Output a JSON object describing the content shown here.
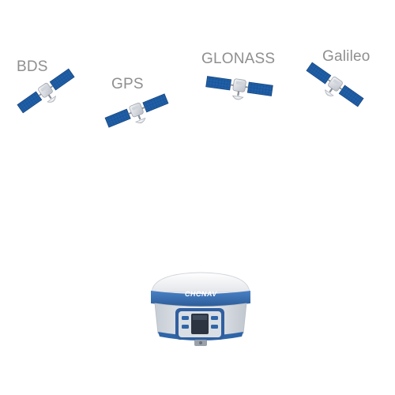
{
  "satellites": [
    {
      "id": "bds",
      "label": "BDS"
    },
    {
      "id": "gps",
      "label": "GPS"
    },
    {
      "id": "glonass",
      "label": "GLONASS"
    },
    {
      "id": "galileo",
      "label": "Galileo"
    }
  ],
  "receiver": {
    "brand": "CHCNAV"
  },
  "colors": {
    "label": "#8f8f8f",
    "solar_panel": "#1f5fa8",
    "receiver_blue": "#3a6fb3",
    "receiver_body": "#dfe4ea",
    "screen": "#2b3440"
  },
  "icons": [
    "satellite-icon",
    "gnss-receiver-icon"
  ]
}
